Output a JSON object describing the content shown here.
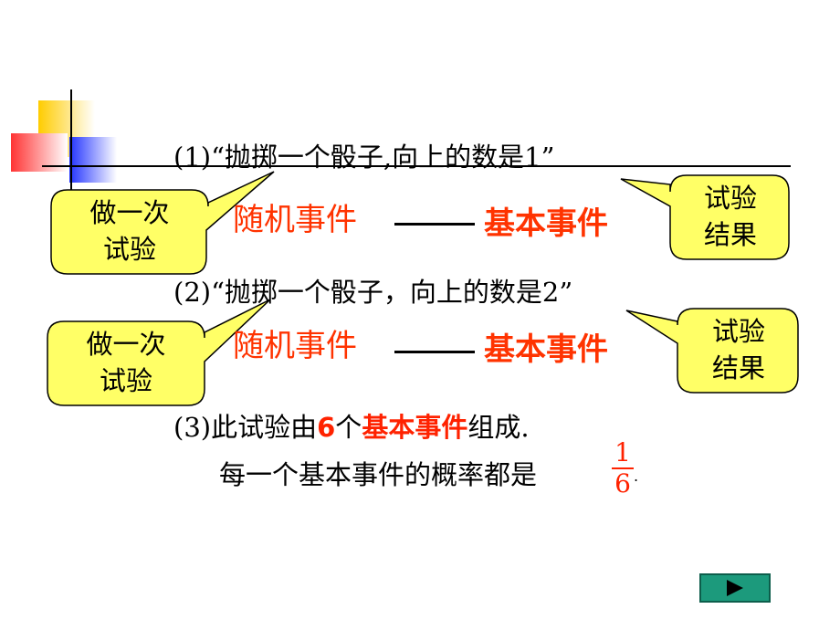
{
  "line1": {
    "prefix": "(1)",
    "text": "“抛掷一个骰子,向上的数是1”"
  },
  "line2": {
    "prefix": "(2)",
    "text": "“抛掷一个骰子，向上的数是2”"
  },
  "pair1": {
    "left": "随机事件",
    "dash": "——",
    "right": "基本事件"
  },
  "pair2": {
    "left": "随机事件",
    "dash": "——",
    "right": "基本事件"
  },
  "callouts": {
    "left1": {
      "l1": "做一次",
      "l2": "试验"
    },
    "right1": {
      "l1": "试验",
      "l2": "结果"
    },
    "left2": {
      "l1": "做一次",
      "l2": "试验"
    },
    "right2": {
      "l1": "试验",
      "l2": "结果"
    }
  },
  "line3": {
    "prefix": "(3)",
    "a": "此试验由",
    "num": "6",
    "b": "个",
    "c": "基本事件",
    "d": "组成."
  },
  "line4": {
    "text": "每一个基本事件的概率都是",
    "frac_num": "1",
    "frac_den": "6",
    "end": "."
  },
  "colors": {
    "callout_fill": "#ffff66",
    "accent_red": "#ff3300",
    "nav_button": "#1c9a7c"
  },
  "nav": {
    "icon": "play-right-icon"
  }
}
